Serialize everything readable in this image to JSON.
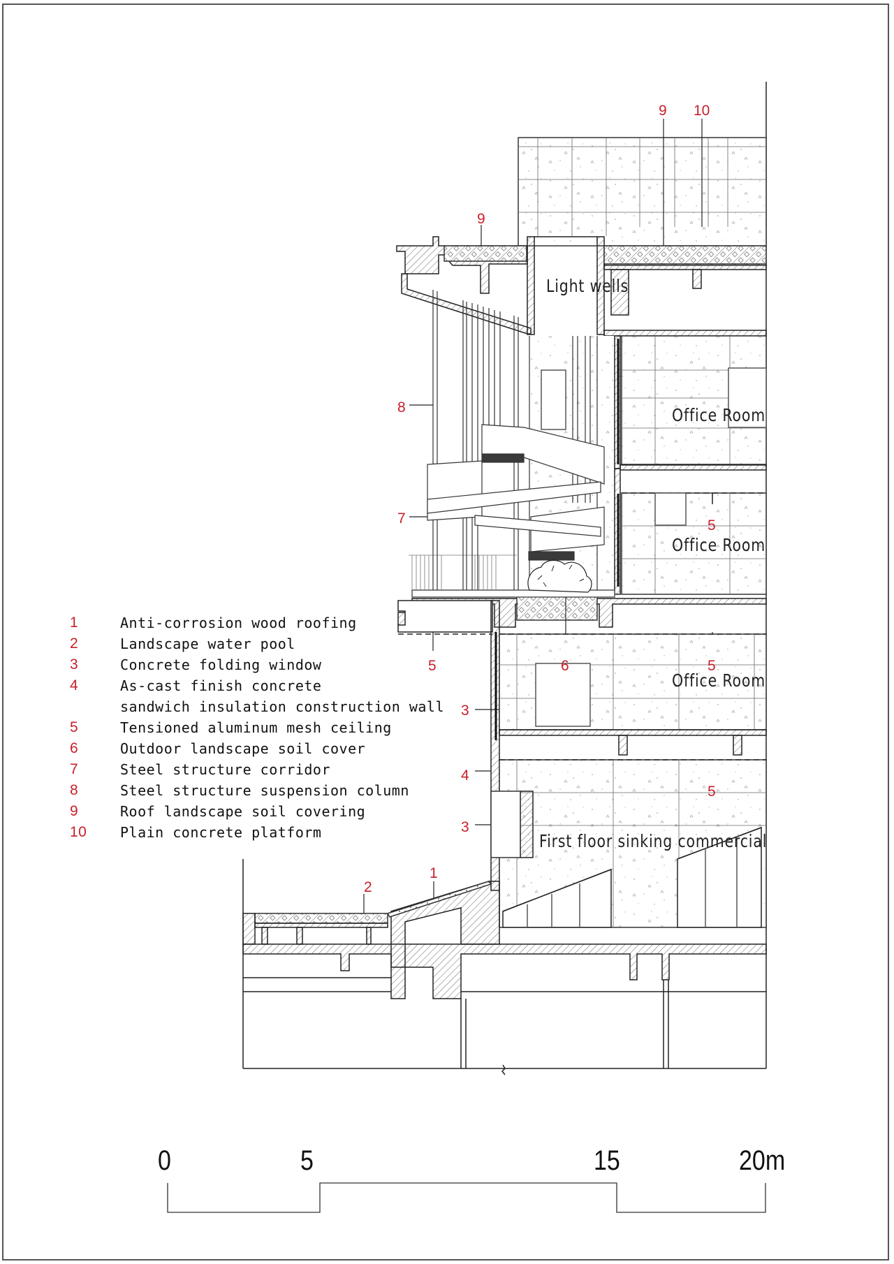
{
  "drawing": {
    "type": "architectural section",
    "room_labels": {
      "light_wells": "Light wells",
      "office_room_upper": "Office Room",
      "office_room_middle": "Office Room",
      "office_room_lower": "Office Room",
      "first_floor": "First floor sinking commercial"
    },
    "callouts": {
      "c9_top": "9",
      "c10_top": "10",
      "c9_roof": "9",
      "c8": "8",
      "c7": "7",
      "c5_mid": "5",
      "c5_left": "5",
      "c6": "6",
      "c5_right": "5",
      "c3_upper": "3",
      "c4": "4",
      "c5_lower": "5",
      "c3_lower": "3",
      "c1": "1",
      "c2": "2"
    },
    "colors": {
      "callout": "#c8202a",
      "line": "#222222",
      "hatch": "#555555",
      "dark_panel": "#3a3a3a"
    }
  },
  "legend": {
    "items": [
      {
        "num": "1",
        "text": "Anti-corrosion wood roofing"
      },
      {
        "num": "2",
        "text": "Landscape water pool"
      },
      {
        "num": "3",
        "text": "Concrete folding window"
      },
      {
        "num": "4",
        "text": "As-cast finish concrete"
      },
      {
        "num": "",
        "text": "sandwich insulation construction wall"
      },
      {
        "num": "5",
        "text": "Tensioned aluminum mesh ceiling"
      },
      {
        "num": "6",
        "text": "Outdoor landscape soil cover"
      },
      {
        "num": "7",
        "text": "Steel structure corridor"
      },
      {
        "num": "8",
        "text": "Steel structure suspension column"
      },
      {
        "num": "9",
        "text": "Roof landscape soil covering"
      },
      {
        "num": "10",
        "text": "Plain concrete platform"
      }
    ]
  },
  "scale_bar": {
    "labels": [
      "0",
      "5",
      "15",
      "20m"
    ],
    "unit": "m"
  }
}
